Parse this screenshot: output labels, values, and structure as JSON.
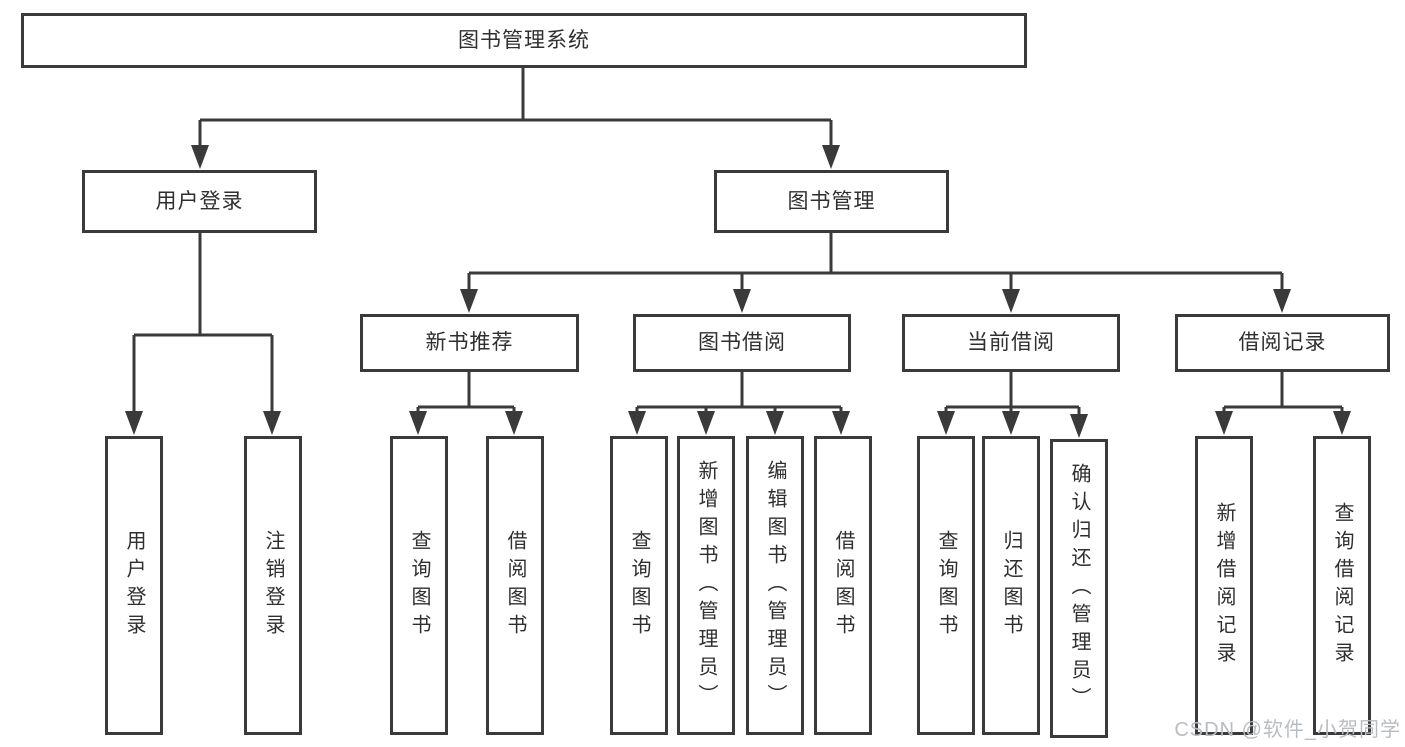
{
  "nodes": {
    "root": "图书管理系统",
    "level2": {
      "user_login": "用户登录",
      "book_management": "图书管理"
    },
    "level3": {
      "new_book_recommend": "新书推荐",
      "book_borrowing": "图书借阅",
      "current_borrowing": "当前借阅",
      "borrowing_records": "借阅记录"
    },
    "leaves": {
      "user_login": "用户登录",
      "logout": "注销登录",
      "recommend_query_book": "查询图书",
      "recommend_borrow_book": "借阅图书",
      "borrowing_query_book": "查询图书",
      "borrowing_add_book": "新增图书（管理员）",
      "borrowing_edit_book": "编辑图书（管理员）",
      "borrowing_borrow_book": "借阅图书",
      "current_query_book": "查询图书",
      "current_return_book": "归还图书",
      "current_confirm_return": "确认归还（管理员）",
      "records_add_record": "新增借阅记录",
      "records_query_record": "查询借阅记录"
    }
  },
  "watermark": "CSDN @软件_小贺同学",
  "colors": {
    "line": "#3a3a3a",
    "text": "#2f2f2f",
    "watermark": "#b9bcc1",
    "background": "#ffffff"
  }
}
